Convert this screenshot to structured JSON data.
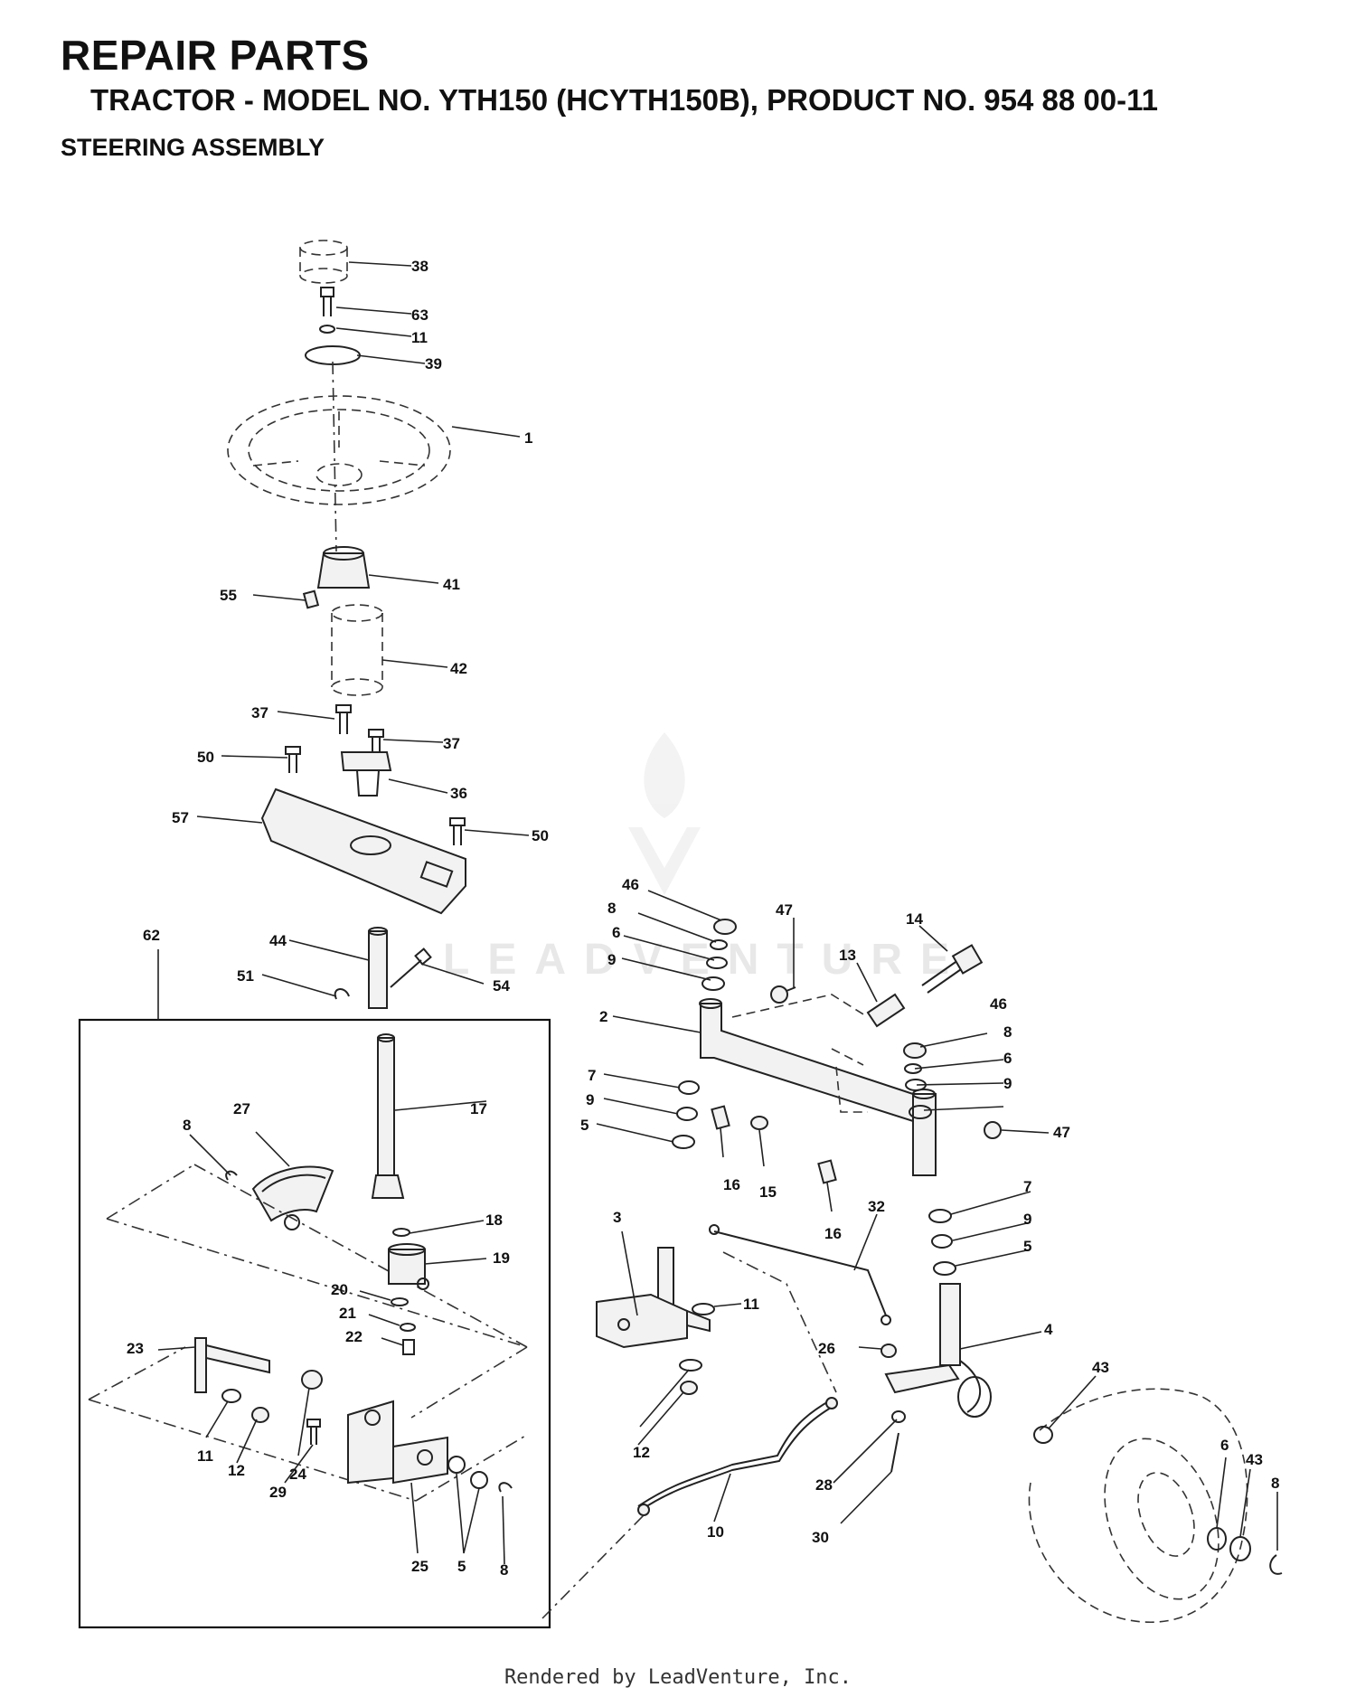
{
  "header": {
    "title": "REPAIR PARTS",
    "subtitle": "TRACTOR - MODEL NO. YTH150 (HCYTH150B), PRODUCT NO.  954 88 00-11",
    "section": "STEERING ASSEMBLY"
  },
  "watermark": {
    "text": "LEADVENTURE"
  },
  "footer": {
    "text": "Rendered by LeadVenture, Inc."
  },
  "callouts": [
    "38",
    "63",
    "11",
    "39",
    "1",
    "41",
    "55",
    "42",
    "37",
    "37",
    "50",
    "36",
    "57",
    "50",
    "62",
    "44",
    "51",
    "54",
    "46",
    "8",
    "6",
    "9",
    "47",
    "14",
    "13",
    "2",
    "46",
    "8",
    "6",
    "9",
    "7",
    "9",
    "5",
    "47",
    "17",
    "8",
    "27",
    "16",
    "15",
    "16",
    "7",
    "9",
    "5",
    "18",
    "19",
    "3",
    "32",
    "20",
    "21",
    "22",
    "11",
    "26",
    "4",
    "23",
    "43",
    "11",
    "12",
    "24",
    "29",
    "12",
    "28",
    "6",
    "43",
    "8",
    "25",
    "5",
    "8",
    "10",
    "30"
  ]
}
